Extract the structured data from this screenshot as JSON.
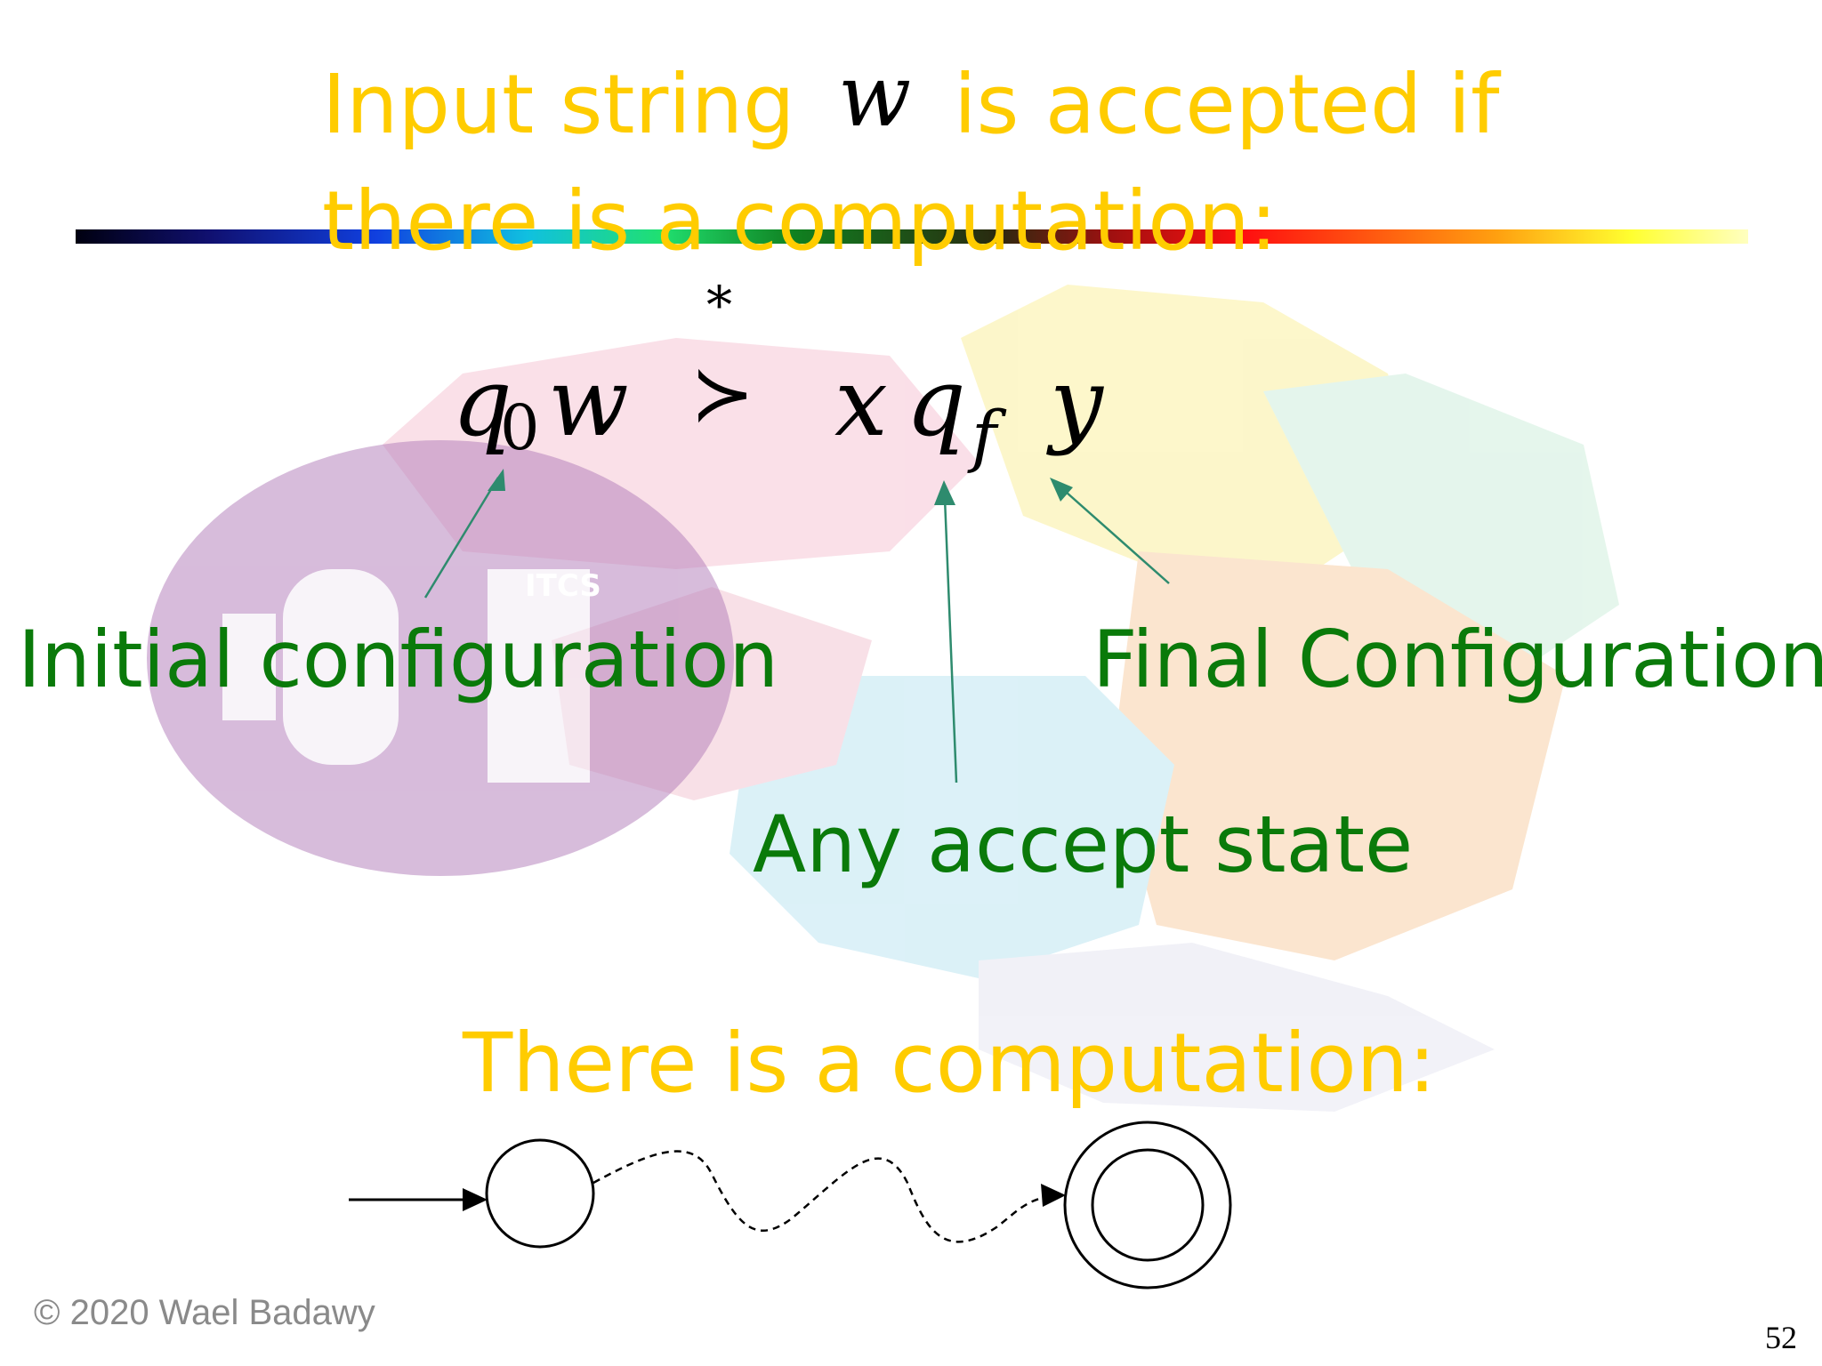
{
  "slide": {
    "title_line1_prefix": "Input string",
    "title_var": "w",
    "title_line1_suffix": "is accepted if",
    "title_line2": "there is a computation:",
    "formula": {
      "q_initial": "q",
      "q_initial_sub": "0",
      "w": "w",
      "star": "*",
      "relation": "≻",
      "x": "x",
      "q_final": "q",
      "q_final_sub": "f",
      "y": "y"
    },
    "label_initial": "Initial configuration",
    "label_final": "Final Configuration",
    "label_accept": "Any accept state",
    "subheading": "There is a computation:",
    "footer": "© 2020 Wael Badawy",
    "page_number": "52",
    "background_logo_text": "ITCS"
  },
  "colors": {
    "title": "#ffcc00",
    "labels": "#0a7a0a",
    "arrows": "#2e8b6e",
    "footer": "#8a8a8a"
  }
}
